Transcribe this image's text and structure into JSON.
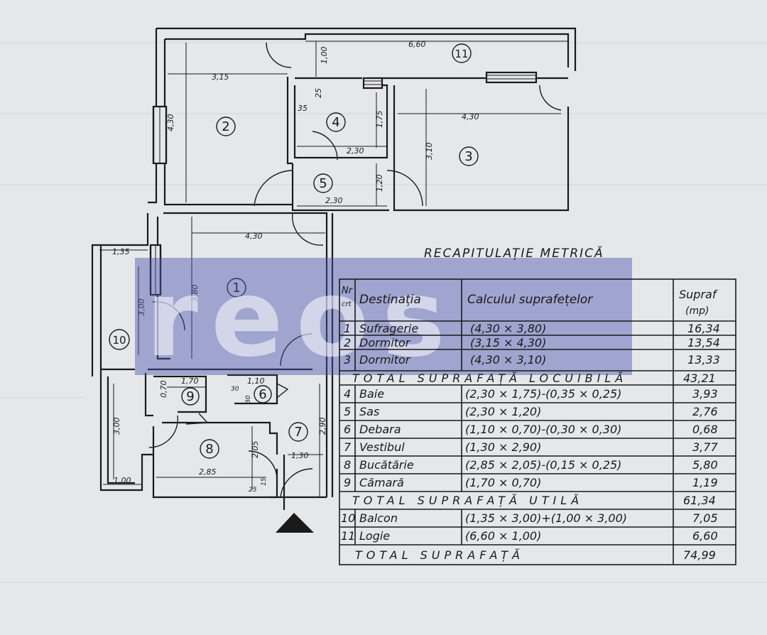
{
  "plan": {
    "rooms": [
      {
        "num": "1"
      },
      {
        "num": "2"
      },
      {
        "num": "3"
      },
      {
        "num": "4"
      },
      {
        "num": "5"
      },
      {
        "num": "6"
      },
      {
        "num": "7"
      },
      {
        "num": "8"
      },
      {
        "num": "9"
      },
      {
        "num": "10"
      },
      {
        "num": "11"
      }
    ],
    "dimensions": [
      "6,60",
      "1,00",
      "3,15",
      "4,30",
      "35",
      "25",
      "1,75",
      "2,30",
      "4,30",
      "3,10",
      "1,20",
      "2,30",
      "4,30",
      "1,35",
      "3,80",
      "3,00",
      "1,70",
      "0,70",
      "1,10",
      "30",
      "30",
      "2,90",
      "1,30",
      "3,00",
      "2,05",
      "2,85",
      "1,00",
      "25",
      "15"
    ]
  },
  "watermark": {
    "text": "reos",
    "color": "#4a55b0"
  },
  "table": {
    "title": "RECAPITULAȚIE METRICĂ",
    "headers": {
      "nr": "Nr",
      "crt": "crt",
      "dest": "Destinația",
      "calc": "Calculul suprafețelor",
      "supr": "Supraf",
      "unit": "(mp)"
    },
    "rows": [
      {
        "nr": "1",
        "dest": "Sufragerie",
        "calc": "(4,30 × 3,80)",
        "area": "16,34"
      },
      {
        "nr": "2",
        "dest": "Dormitor",
        "calc": "(3,15 × 4,30)",
        "area": "13,54"
      },
      {
        "nr": "3",
        "dest": "Dormitor",
        "calc": "(4,30 × 3,10)",
        "area": "13,33"
      },
      {
        "total": "TOTAL SUPRAFAȚĂ LOCUIBILĂ",
        "area": "43,21"
      },
      {
        "nr": "4",
        "dest": "Baie",
        "calc": "(2,30 × 1,75)-(0,35 × 0,25)",
        "area": "3,93"
      },
      {
        "nr": "5",
        "dest": "Sas",
        "calc": "(2,30 × 1,20)",
        "area": "2,76"
      },
      {
        "nr": "6",
        "dest": "Debara",
        "calc": "(1,10 × 0,70)-(0,30 × 0,30)",
        "area": "0,68"
      },
      {
        "nr": "7",
        "dest": "Vestibul",
        "calc": "(1,30 × 2,90)",
        "area": "3,77"
      },
      {
        "nr": "8",
        "dest": "Bucătărie",
        "calc": "(2,85 × 2,05)-(0,15 × 0,25)",
        "area": "5,80"
      },
      {
        "nr": "9",
        "dest": "Cămară",
        "calc": "(1,70 × 0,70)",
        "area": "1,19"
      },
      {
        "total": "TOTAL SUPRAFAȚĂ UTILĂ",
        "area": "61,34"
      },
      {
        "nr": "10",
        "dest": "Balcon",
        "calc": "(1,35 × 3,00)+(1,00 × 3,00)",
        "area": "7,05"
      },
      {
        "nr": "11",
        "dest": "Logie",
        "calc": "(6,60 × 1,00)",
        "area": "6,60"
      },
      {
        "total": "TOTAL SUPRAFAȚĂ",
        "area": "74,99"
      }
    ]
  }
}
